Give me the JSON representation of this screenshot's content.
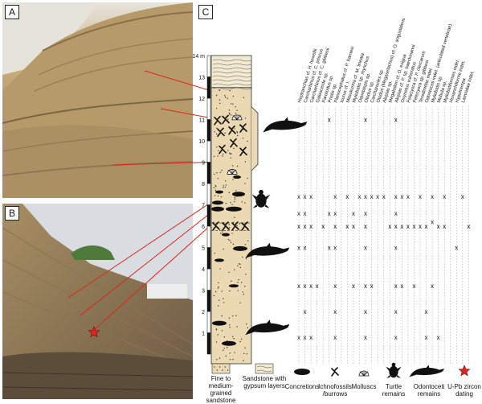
{
  "panels": {
    "a": "A",
    "b": "B",
    "c": "C"
  },
  "scale": {
    "ticks": [
      "1",
      "2",
      "3",
      "4",
      "5",
      "6",
      "7",
      "8",
      "9",
      "10",
      "11",
      "12",
      "13"
    ],
    "top_label": "14 m"
  },
  "taxa": [
    "Heptranchias cf. H. howellii",
    "Carcharhinus cf. C. priscus",
    "Carcharhinus cf. C. gibbesii",
    "Galeocerdo sp.",
    "Parotodus sp.",
    "Pristis sp.",
    "Planocephalus cf. P. barnesi",
    "Isurus cf. I.",
    "Mitsukurina cf. M. lineata",
    "Myliobatis sp. rhynchus",
    "Odontaspis sp.",
    "Otodus sp.",
    "Carcharocles sp.",
    "Otodus (Megaselachus) cf. O. angustidens",
    "Alopias sp.",
    "Megalodon cf. O. exigua",
    "Alopias cf. P. sp. baeckmanni",
    "Oxynotus vulneratus",
    "Pelecyora cf. P. clercarum",
    "Pelecyora sp. gibbesi",
    "Teredinidae indet.",
    "Odontoceti indet. (articulated vertebrae)",
    "Myliobatis sp.",
    "Mobula sp.",
    "Myliobatiformes indet.",
    "Hexanchiforme indet.",
    "Hypotrempa",
    "Lamnidae indet."
  ],
  "occurrences": [
    {
      "level": 11.0,
      "marks": [
        5,
        11,
        16
      ]
    },
    {
      "level": 7.4,
      "marks": [
        0,
        1,
        2,
        6,
        8,
        10,
        11,
        12,
        13,
        14,
        16,
        17,
        18,
        20,
        22,
        24,
        27
      ]
    },
    {
      "level": 6.6,
      "marks": [
        0,
        1,
        5,
        6,
        9,
        11,
        16
      ]
    },
    {
      "level": 6.2,
      "marks": [
        22
      ]
    },
    {
      "level": 6.0,
      "marks": [
        0,
        1,
        2,
        4,
        6,
        8,
        9,
        11,
        15,
        16,
        17,
        18,
        19,
        20,
        21,
        23,
        24,
        28
      ]
    },
    {
      "level": 5.0,
      "marks": [
        0,
        1,
        5,
        6,
        11,
        16,
        26
      ]
    },
    {
      "level": 3.2,
      "marks": [
        0,
        1,
        2,
        3,
        6,
        9,
        11,
        12,
        16,
        17,
        19,
        22
      ]
    },
    {
      "level": 2.0,
      "marks": [
        1,
        6,
        11,
        16,
        21
      ]
    },
    {
      "level": 0.8,
      "marks": [
        0,
        1,
        2,
        6,
        11,
        16,
        21,
        23
      ]
    }
  ],
  "mark_symbol": "x",
  "legend": [
    {
      "label": "Fine to medium-grained sandstone"
    },
    {
      "label": "Sandstone with gypsum layers"
    },
    {
      "label": "Concretions"
    },
    {
      "label": "Ichnofossils /burrows"
    },
    {
      "label": "Molluscs"
    },
    {
      "label": "Turtle remains"
    },
    {
      "label": "Odontoceti remains"
    },
    {
      "label": "U-Pb zircon dating"
    }
  ],
  "colors": {
    "sandstone": "#ead9b2",
    "cliff": "#b9a072",
    "sky": "#d9dde2",
    "connector": "#e0251b",
    "star": "#e0251b",
    "symbol": "#111111"
  },
  "icons": {
    "scale_ticks": "scale-bar",
    "burrow": "ichnofossil-icon",
    "shell": "mollusc-icon",
    "turtle": "turtle-icon",
    "dolphin": "odontoceti-icon",
    "star": "star-icon"
  }
}
